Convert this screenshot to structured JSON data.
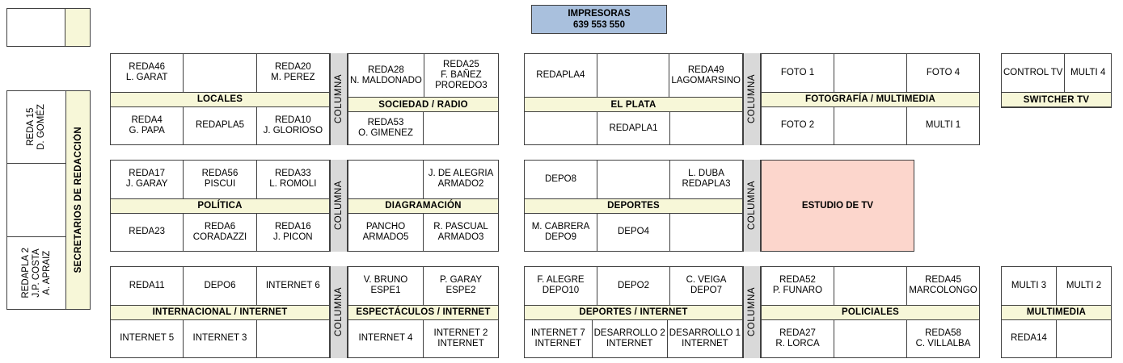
{
  "banner": {
    "title": "IMPRESORAS",
    "numbers": "639   553   550",
    "color": "#a9c0dd"
  },
  "sidebar": {
    "label": "SECRETARIOS DE REDACCIÓN",
    "cells": [
      {
        "lines": [
          "REDA 15",
          "D. GOMÉZ"
        ]
      },
      {
        "lines": []
      },
      {
        "lines": [
          "REDAPLA 2",
          "J.P. COSTA",
          "A. APRAIZ"
        ]
      }
    ]
  },
  "columna_label": "COLUMNA",
  "studio": {
    "label": "ESTUDIO DE TV",
    "color": "#fcd6cc"
  },
  "blocks": [
    {
      "name": "locales",
      "label": "LOCALES",
      "top": [
        [
          "REDA46",
          "L. GARAT"
        ],
        [],
        [
          "REDA20",
          "M. PEREZ"
        ]
      ],
      "bottom": [
        [
          "REDA4",
          "G. PAPA"
        ],
        [
          "REDAPLA5"
        ],
        [
          "REDA10",
          "J. GLORIOSO"
        ]
      ]
    },
    {
      "name": "sociedad-radio",
      "label": "SOCIEDAD / RADIO",
      "top": [
        [
          "REDA28",
          "N. MALDONADO"
        ],
        [
          "REDA25",
          "F. BAÑEZ",
          "PROREDO3"
        ]
      ],
      "bottom": [
        [
          "REDA53",
          "O. GIMENEZ"
        ],
        []
      ]
    },
    {
      "name": "el-plata",
      "label": "EL PLATA",
      "top": [
        [
          "REDAPLA4"
        ],
        [],
        [
          "REDA49",
          "LAGOMARSINO"
        ]
      ],
      "bottom": [
        [],
        [
          "REDAPLA1"
        ],
        []
      ]
    },
    {
      "name": "fotografia-multimedia",
      "label": "FOTOGRAFÍA / MULTIMEDIA",
      "top": [
        [
          "FOTO 1"
        ],
        [],
        [
          "FOTO 4"
        ]
      ],
      "bottom": [
        [
          "FOTO 2"
        ],
        [],
        [
          "MULTI 1"
        ]
      ]
    },
    {
      "name": "switcher-tv",
      "label": "SWITCHER TV",
      "top": [
        [
          "CONTROL TV"
        ],
        [
          "MULTI 4"
        ]
      ],
      "bottom": []
    },
    {
      "name": "politica",
      "label": "POLÍTICA",
      "top": [
        [
          "REDA17",
          "J. GARAY"
        ],
        [
          "REDA56",
          "PISCUI"
        ],
        [
          "REDA33",
          "L. ROMOLI"
        ]
      ],
      "bottom": [
        [
          "REDA23"
        ],
        [
          "REDA6",
          "CORADAZZI"
        ],
        [
          "REDA16",
          "J. PICON"
        ]
      ]
    },
    {
      "name": "diagramacion",
      "label": "DIAGRAMACIÓN",
      "top": [
        [],
        [
          "J. DE ALEGRIA",
          "ARMADO2"
        ]
      ],
      "bottom": [
        [
          "PANCHO",
          "ARMADO5"
        ],
        [
          "R. PASCUAL",
          "ARMADO3"
        ]
      ]
    },
    {
      "name": "deportes",
      "label": "DEPORTES",
      "top": [
        [
          "DEPO8"
        ],
        [],
        [
          "L. DUBA",
          "REDAPLA3"
        ]
      ],
      "bottom": [
        [
          "M. CABRERA",
          "DEPO9"
        ],
        [
          "DEPO4"
        ],
        []
      ]
    },
    {
      "name": "internacional-internet",
      "label": "INTERNACIONAL / INTERNET",
      "top": [
        [
          "REDA11"
        ],
        [
          "DEPO6"
        ],
        [
          "INTERNET 6"
        ]
      ],
      "bottom": [
        [
          "INTERNET 5"
        ],
        [
          "INTERNET 3"
        ],
        []
      ]
    },
    {
      "name": "espectaculos-internet",
      "label": "ESPECTÁCULOS / INTERNET",
      "top": [
        [
          "V. BRUNO",
          "ESPE1"
        ],
        [
          "P. GARAY",
          "ESPE2"
        ]
      ],
      "bottom": [
        [
          "INTERNET 4"
        ],
        [
          "INTERNET 2",
          "INTERNET"
        ]
      ]
    },
    {
      "name": "deportes-internet",
      "label": "DEPORTES / INTERNET",
      "top": [
        [
          "F. ALEGRE",
          "DEPO10"
        ],
        [
          "DEPO2"
        ],
        [
          "C. VEIGA",
          "DEPO7"
        ]
      ],
      "bottom": [
        [
          "INTERNET 7",
          "INTERNET"
        ],
        [
          "DESARROLLO 2",
          "INTERNET"
        ],
        [
          "DESARROLLO 1",
          "INTERNET"
        ]
      ]
    },
    {
      "name": "policiales",
      "label": "POLICIALES",
      "top": [
        [
          "REDA52",
          "P. FUNARO"
        ],
        [],
        [
          "REDA45",
          "MARCOLONGO"
        ]
      ],
      "bottom": [
        [
          "REDA27",
          "R. LORCA"
        ],
        [],
        [
          "REDA58",
          "C. VILLALBA"
        ]
      ]
    },
    {
      "name": "multimedia",
      "label": "MULTIMEDIA",
      "top": [
        [
          "MULTI 3"
        ],
        [
          "MULTI 2"
        ]
      ],
      "bottom": [
        [
          "REDA14"
        ],
        []
      ]
    }
  ]
}
